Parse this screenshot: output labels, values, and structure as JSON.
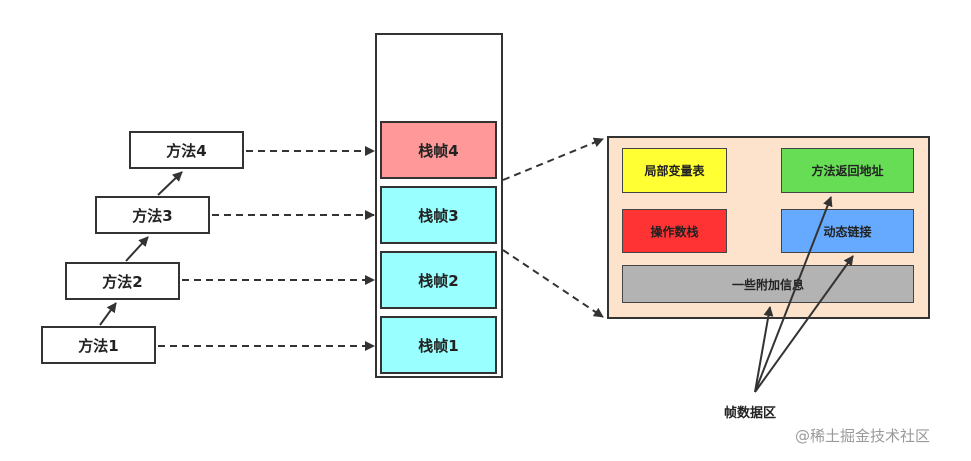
{
  "methods": [
    {
      "label": "方法1"
    },
    {
      "label": "方法2"
    },
    {
      "label": "方法3"
    },
    {
      "label": "方法4"
    }
  ],
  "frames": [
    {
      "label": "栈帧4",
      "color": "#ff9999"
    },
    {
      "label": "栈帧3",
      "color": "#99ffff"
    },
    {
      "label": "栈帧2",
      "color": "#99ffff"
    },
    {
      "label": "栈帧1",
      "color": "#99ffff"
    }
  ],
  "frame_detail": {
    "local_vars": {
      "label": "局部变量表",
      "color": "#ffff33"
    },
    "return_addr": {
      "label": "方法返回地址",
      "color": "#66dd55"
    },
    "operand_stack": {
      "label": "操作数栈",
      "color": "#ff3333"
    },
    "dynamic_link": {
      "label": "动态链接",
      "color": "#66aaff"
    },
    "extra_info": {
      "label": "一些附加信息",
      "color": "#b3b3b3"
    }
  },
  "frame_data_label": "帧数据区",
  "watermark": "@稀土掘金技术社区"
}
